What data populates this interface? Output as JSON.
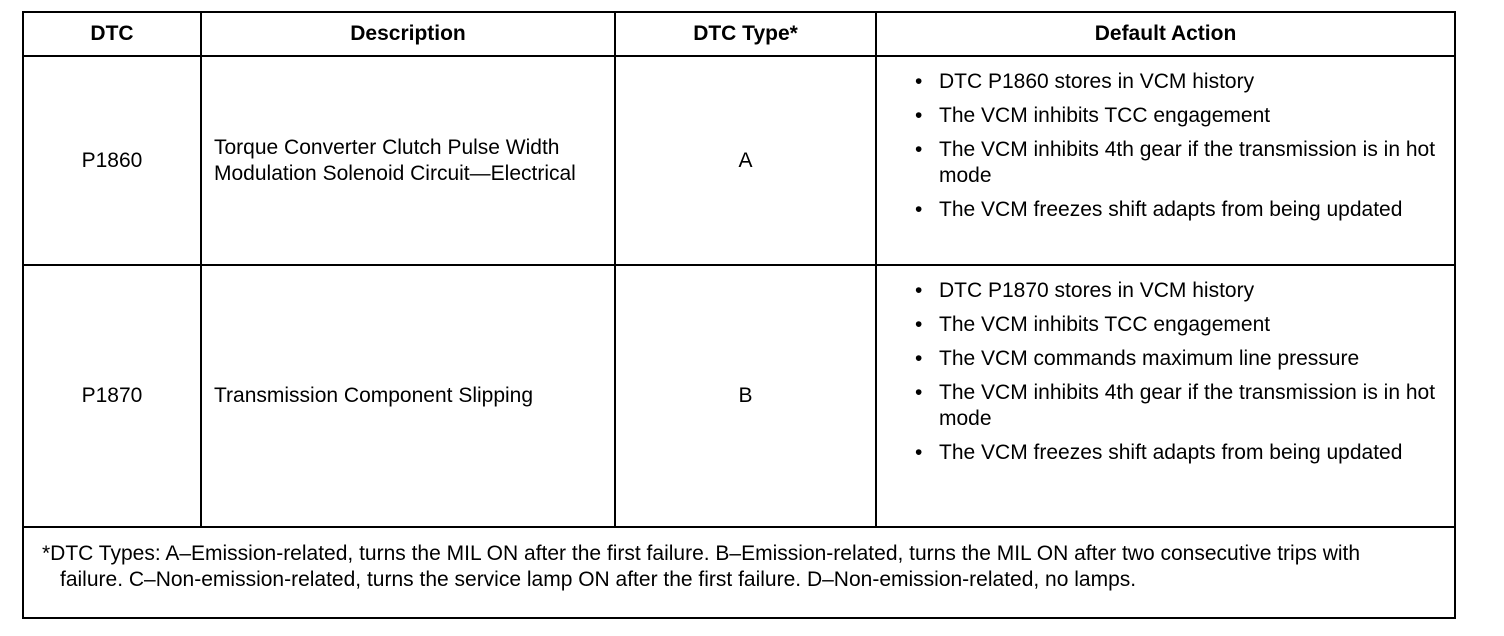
{
  "table": {
    "headers": {
      "dtc": "DTC",
      "description": "Description",
      "dtc_type": "DTC Type*",
      "default_action": "Default Action"
    },
    "rows": [
      {
        "dtc": "P1860",
        "description": "Torque Converter Clutch Pulse Width Modulation Solenoid Circuit—Electrical",
        "dtc_type": "A",
        "actions": [
          "DTC P1860 stores in VCM history",
          "The VCM inhibits TCC engagement",
          "The VCM inhibits 4th gear if the transmission is in hot mode",
          "The VCM freezes shift adapts from being updated"
        ]
      },
      {
        "dtc": "P1870",
        "description": "Transmission Component Slipping",
        "dtc_type": "B",
        "actions": [
          "DTC P1870 stores in VCM history",
          "The VCM inhibits TCC engagement",
          "The VCM commands maximum line pressure",
          "The VCM inhibits 4th gear if the transmission is in hot mode",
          "The VCM freezes shift adapts from being updated"
        ]
      }
    ],
    "bullet_glyph": "•",
    "footnote": "*DTC Types: A–Emission-related, turns the MIL ON after the first failure. B–Emission-related, turns the MIL ON after two consecutive trips with failure. C–Non-emission-related, turns the service lamp ON after the first failure. D–Non-emission-related, no lamps."
  }
}
